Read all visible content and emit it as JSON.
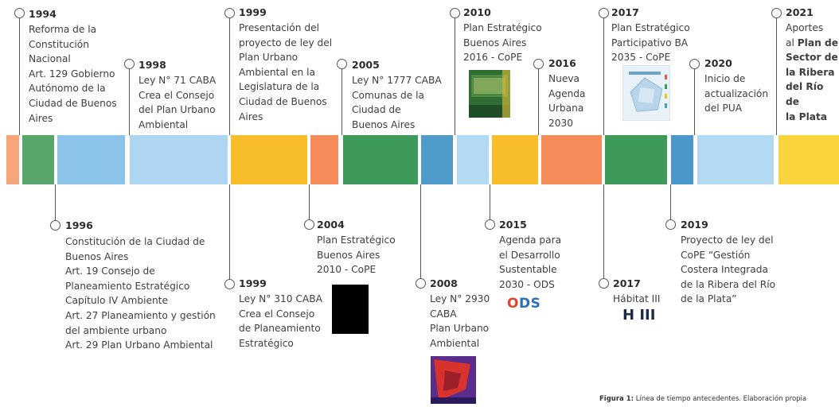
{
  "colors": {
    "band": [
      "#f6a67a",
      "#58a66a",
      "#8bc4e8",
      "#add6f2",
      "#f7bd2a",
      "#f58c5a",
      "#3e9a58",
      "#4f9ccc",
      "#b4daf3",
      "#f7bd2a",
      "#f58c5a",
      "#3e9a58",
      "#4a97cb",
      "#b4daf3",
      "#f9d43c"
    ]
  },
  "events": [
    {
      "id": "e1994",
      "year": "1994",
      "text": "Reforma de la\nConstitución\nNacional\nArt. 129 Gobierno\nAutónomo de la\nCiudad de Buenos\nAires"
    },
    {
      "id": "e1998",
      "year": "1998",
      "text": "Ley N° 71 CABA\nCrea el Consejo\ndel Plan Urbano\nAmbiental"
    },
    {
      "id": "e1999a",
      "year": "1999",
      "text": "Presentación del\nproyecto de ley del\nPlan Urbano\nAmbiental en la\nLegislatura de la\nCiudad de Buenos\nAires"
    },
    {
      "id": "e2005",
      "year": "2005",
      "text": "Ley N° 1777 CABA\nComunas de la\nCiudad de\nBuenos Aires"
    },
    {
      "id": "e2010",
      "year": "2010",
      "text": "Plan Estratégico\nBuenos Aires\n2016 - CoPE"
    },
    {
      "id": "e2016",
      "year": "2016",
      "text": "Nueva\nAgenda\nUrbana\n2030"
    },
    {
      "id": "e2017a",
      "year": "2017",
      "text": "Plan Estratégico\nParticipativo BA\n2035 - CoPE"
    },
    {
      "id": "e2020",
      "year": "2020",
      "text": "Inicio de\nactualización\ndel PUA"
    },
    {
      "id": "e2021",
      "year": "2021",
      "text_plain": "Aportes\nal ",
      "text_bold": "Plan de\nSector de\nla Ribera\ndel Río de\nla Plata"
    },
    {
      "id": "e1996",
      "year": "1996",
      "text": "Constitución de la Ciudad de\nBuenos Aires\nArt. 19 Consejo de\nPlaneamiento Estratégico\nCapítulo IV Ambiente\nArt. 27 Planeamiento y gestión\ndel ambiente urbano\nArt. 29 Plan Urbano Ambiental"
    },
    {
      "id": "e1999b",
      "year": "1999",
      "text": "Ley N° 310 CABA\nCrea el Consejo\nde Planeamiento\nEstratégico"
    },
    {
      "id": "e2004",
      "year": "2004",
      "text": "Plan Estratégico\nBuenos Aires\n2010 - CoPE"
    },
    {
      "id": "e2008",
      "year": "2008",
      "text": "Ley N° 2930\nCABA\nPlan Urbano\nAmbiental"
    },
    {
      "id": "e2015",
      "year": "2015",
      "text": "Agenda para\nel Desarrollo\nSustentable\n2030 - ODS"
    },
    {
      "id": "e2017b",
      "year": "2017",
      "text": "Hábitat III"
    },
    {
      "id": "e2019",
      "year": "2019",
      "text": "Proyecto de ley del\nCoPE “Gestión\nCostera Integrada\nde la Ribera del Río\nde la Plata”"
    }
  ],
  "logos": {
    "ods": "ODS",
    "habitat": "H III"
  },
  "caption": {
    "label": "Figura 1:",
    "text": " Línea de tiempo antecedentes. Elaboración propia"
  }
}
